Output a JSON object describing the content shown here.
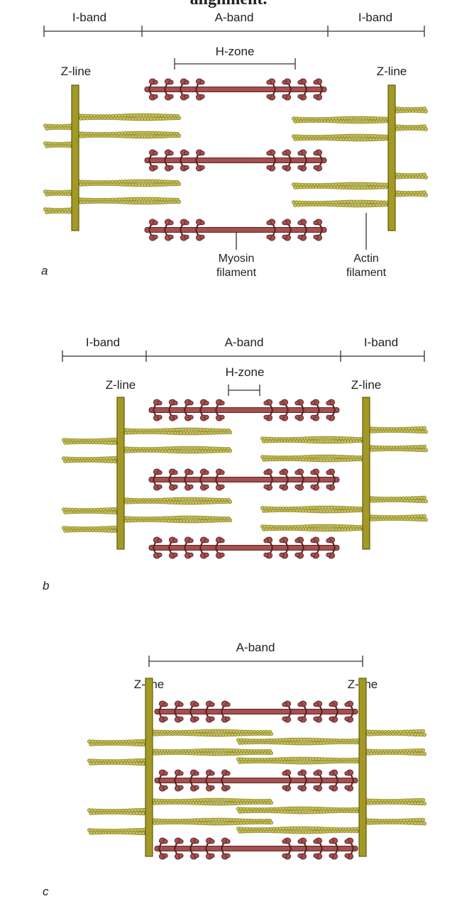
{
  "top_caption": "alignment.",
  "panels": [
    {
      "letter": "a",
      "i_band_left": "I-band",
      "a_band": "A-band",
      "i_band_right": "I-band",
      "h_zone": "H-zone",
      "z_line_left": "Z-line",
      "z_line_right": "Z-line",
      "myosin_label": [
        "Myosin",
        "filament"
      ],
      "actin_label": [
        "Actin",
        "filament"
      ]
    },
    {
      "letter": "b",
      "i_band_left": "I-band",
      "a_band": "A-band",
      "i_band_right": "I-band",
      "h_zone": "H-zone",
      "z_line_left": "Z-line",
      "z_line_right": "Z-line"
    },
    {
      "letter": "c",
      "a_band": "A-band",
      "z_line_left": "Z-line",
      "z_line_right": "Z-line"
    }
  ],
  "colors": {
    "actin": "#c7c05a",
    "actin_dark": "#7f7a1e",
    "myosin": "#a3504f",
    "myosin_dark": "#5e2424",
    "z_line": "#a29a25",
    "z_line_dark": "#5f5a10",
    "bracket": "#333333"
  }
}
